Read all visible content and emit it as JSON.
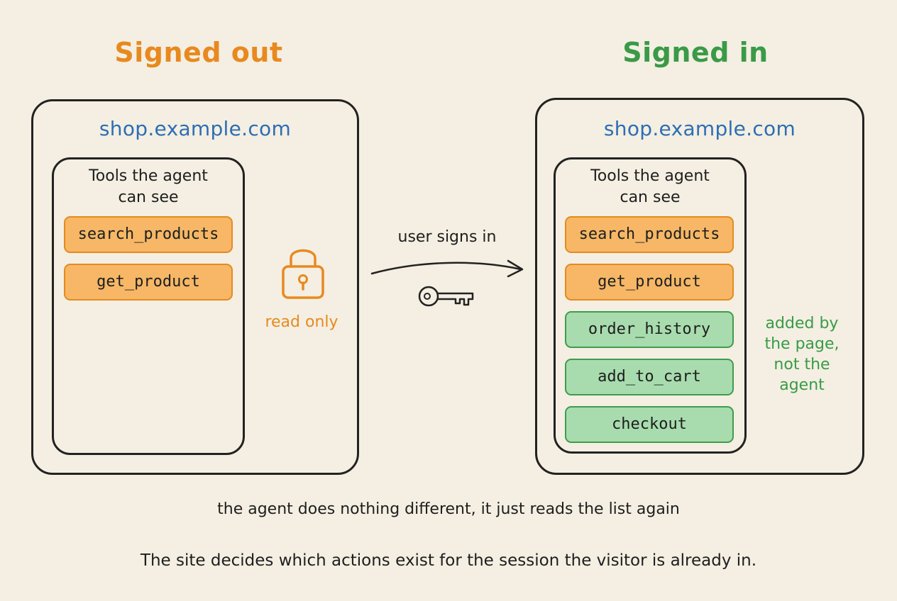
{
  "left": {
    "title": "Signed out",
    "domain": "shop.example.com",
    "panel_heading_line1": "Tools the agent",
    "panel_heading_line2": "can see",
    "tools": [
      "search_products",
      "get_product"
    ],
    "lock_label": "read only"
  },
  "right": {
    "title": "Signed in",
    "domain": "shop.example.com",
    "panel_heading_line1": "Tools the agent",
    "panel_heading_line2": "can see",
    "base_tools": [
      "search_products",
      "get_product"
    ],
    "added_tools": [
      "order_history",
      "add_to_cart",
      "checkout"
    ],
    "added_note": [
      "added by",
      "the page,",
      "not the",
      "agent"
    ]
  },
  "transition": {
    "label": "user signs in",
    "icon": "key-icon"
  },
  "captions": {
    "line1": "the agent does nothing different, it just reads the list again",
    "line2": "The site decides which actions exist for the session the visitor is already in."
  },
  "colors": {
    "background": "#f4efe2",
    "signed_out": "#e8891f",
    "signed_in": "#3a9a47",
    "domain": "#2f6db3",
    "base_tool_fill": "#f7b766",
    "added_tool_fill": "#a8dcae"
  }
}
